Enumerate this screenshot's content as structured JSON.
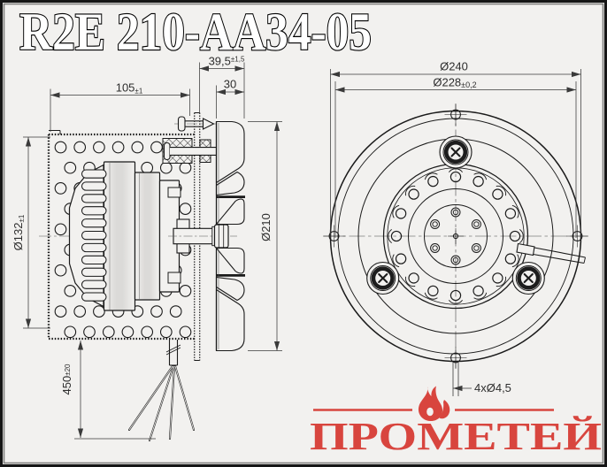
{
  "header": {
    "model": "R2E 210-AA34-05"
  },
  "side_view": {
    "housing_depth": {
      "value": "105",
      "tol": "±1"
    },
    "wall_to_blade_depth": {
      "value": "39,5",
      "tol": "±1,5"
    },
    "impeller_width": {
      "value": "30",
      "tol": ""
    },
    "motor_diameter": {
      "value": "Ø132",
      "tol": "±1"
    },
    "impeller_diameter": {
      "value": "Ø210",
      "tol": ""
    },
    "cable_length": {
      "value": "450",
      "tol": "±20"
    }
  },
  "front_view": {
    "flange_diameter": {
      "value": "Ø240",
      "tol": ""
    },
    "bolt_circle_diameter": {
      "value": "Ø228",
      "tol": "±0,2"
    },
    "mounting_holes": {
      "value": "4xØ4,5",
      "tol": ""
    }
  },
  "logo": {
    "brand": "ПРОМЕТЕЙ",
    "accent_color": "#d8453e"
  },
  "colors": {
    "background": "#f2f1ef",
    "frame": "#161616",
    "drawing_line": "#1a1a1a",
    "dimension_line": "#3a3a3a"
  }
}
